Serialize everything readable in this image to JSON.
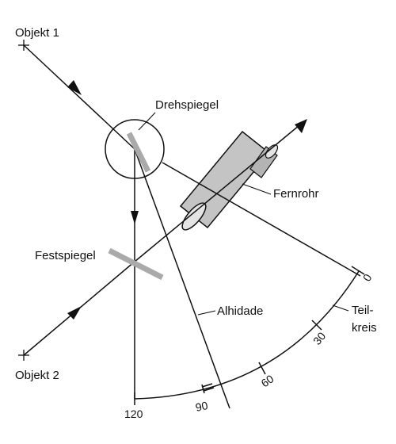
{
  "labels": {
    "objekt1": "Objekt 1",
    "objekt2": "Objekt 2",
    "drehspiegel": "Drehspiegel",
    "fernrohr": "Fernrohr",
    "festspiegel": "Festspiegel",
    "alhidade": "Alhidade",
    "teilkreis_line1": "Teil-",
    "teilkreis_line2": "kreis"
  },
  "scale_ticks": {
    "t0": "0",
    "t30": "30",
    "t60": "60",
    "t90": "90",
    "t120": "120"
  },
  "colors": {
    "line": "#111111",
    "mirror": "#aaaaaa",
    "telescope_fill": "#c4c4c4",
    "background": "#ffffff"
  }
}
